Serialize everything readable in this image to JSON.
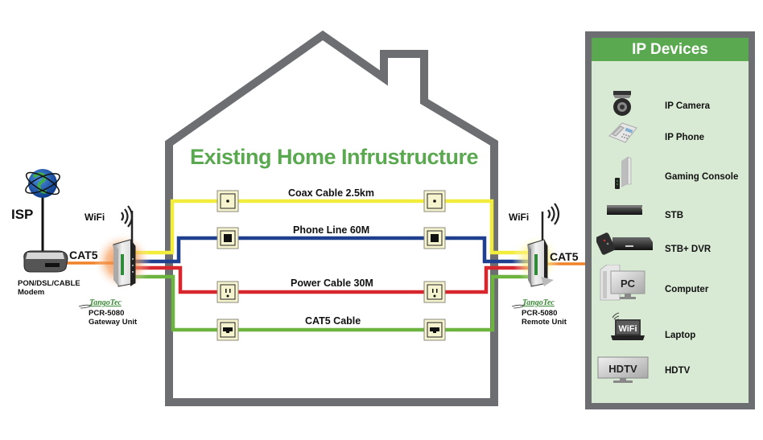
{
  "house": {
    "title": "Existing Home Infrustructure",
    "cables": [
      {
        "label": "Coax Cable 2.5km",
        "color": "#f2ec3a",
        "outlet": "coax"
      },
      {
        "label": "Phone Line 60M",
        "color": "#1f3f8f",
        "outlet": "phone"
      },
      {
        "label": "Power Cable 30M",
        "color": "#d7262e",
        "outlet": "power"
      },
      {
        "label": "CAT5 Cable",
        "color": "#6db33f",
        "outlet": "ethernet"
      }
    ],
    "wall_color": "#6d6e71",
    "outlet_fill": "#f6f3cf"
  },
  "left": {
    "isp_label": "ISP",
    "wifi_label": "WiFi",
    "cat5_label": "CAT5",
    "modem_label_line1": "PON/DSL/CABLE",
    "modem_label_line2": "Modem",
    "brand": "TangoTec",
    "unit_model": "PCR-5080",
    "unit_name": "Gateway Unit",
    "glow_color": "#f37a2a",
    "cat5_color": "#f0822a"
  },
  "right": {
    "wifi_label": "WiFi",
    "cat5_label": "CAT5",
    "brand": "TangoTec",
    "unit_model": "PCR-5080",
    "unit_name": "Remote Unit",
    "glow_color": "#fff36a",
    "cat5_color": "#f0822a"
  },
  "devices_panel": {
    "title": "IP Devices",
    "accent": "#5aa84f",
    "background": "#d9ead4",
    "items": [
      {
        "label": "IP Camera",
        "icon": "ip-camera-icon"
      },
      {
        "label": "IP Phone",
        "icon": "ip-phone-icon"
      },
      {
        "label": "Gaming Console",
        "icon": "gaming-console-icon"
      },
      {
        "label": "STB",
        "icon": "set-top-box-icon"
      },
      {
        "label": "STB+ DVR",
        "icon": "stb-dvr-icon"
      },
      {
        "label": "Computer",
        "icon": "computer-icon",
        "icon_text": "PC"
      },
      {
        "label": "Laptop",
        "icon": "laptop-icon",
        "icon_text": "WiFi"
      },
      {
        "label": "HDTV",
        "icon": "hdtv-icon",
        "icon_text": "HDTV"
      }
    ]
  }
}
